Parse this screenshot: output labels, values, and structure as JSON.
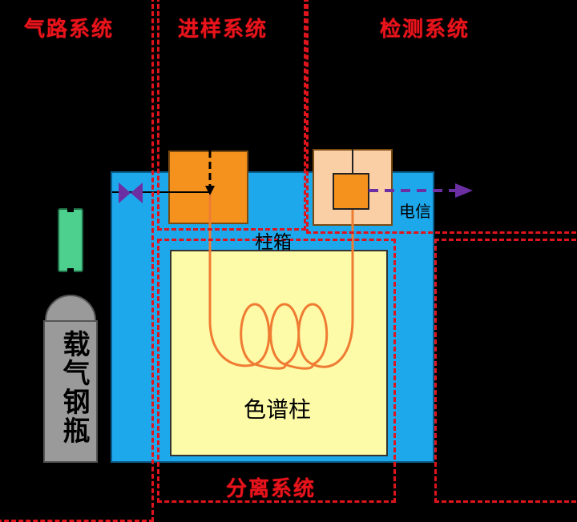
{
  "sections": {
    "gas": "气路系统",
    "injection": "进样系统",
    "detection": "检测系统",
    "separation": "分离系统"
  },
  "labels": {
    "column_oven": "柱箱",
    "column": "色谱柱",
    "signal": "电信",
    "cylinder": "载气钢瓶"
  },
  "colors": {
    "frame": "#e0141c",
    "oven": "#1ea8ec",
    "column_area": "#fdfaa8",
    "injector": "#f5921e",
    "detector_outer": "#fbcfa6",
    "coil": "#ef7c33",
    "valve": "#6b2fa3",
    "cylinder": "#9a9a9a",
    "regulator": "#4dd08e"
  }
}
